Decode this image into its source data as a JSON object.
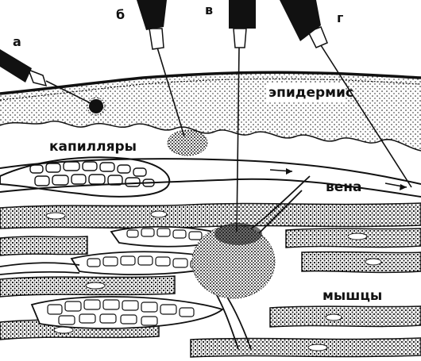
{
  "injections": {
    "a": "а",
    "b": "б",
    "v": "в",
    "g": "г"
  },
  "tissues": {
    "epidermis": "эпидермис",
    "capillaries": "капилляры",
    "vein": "вена",
    "muscles": "мышцы"
  },
  "colors": {
    "ink": "#111111",
    "paper": "#ffffff"
  }
}
